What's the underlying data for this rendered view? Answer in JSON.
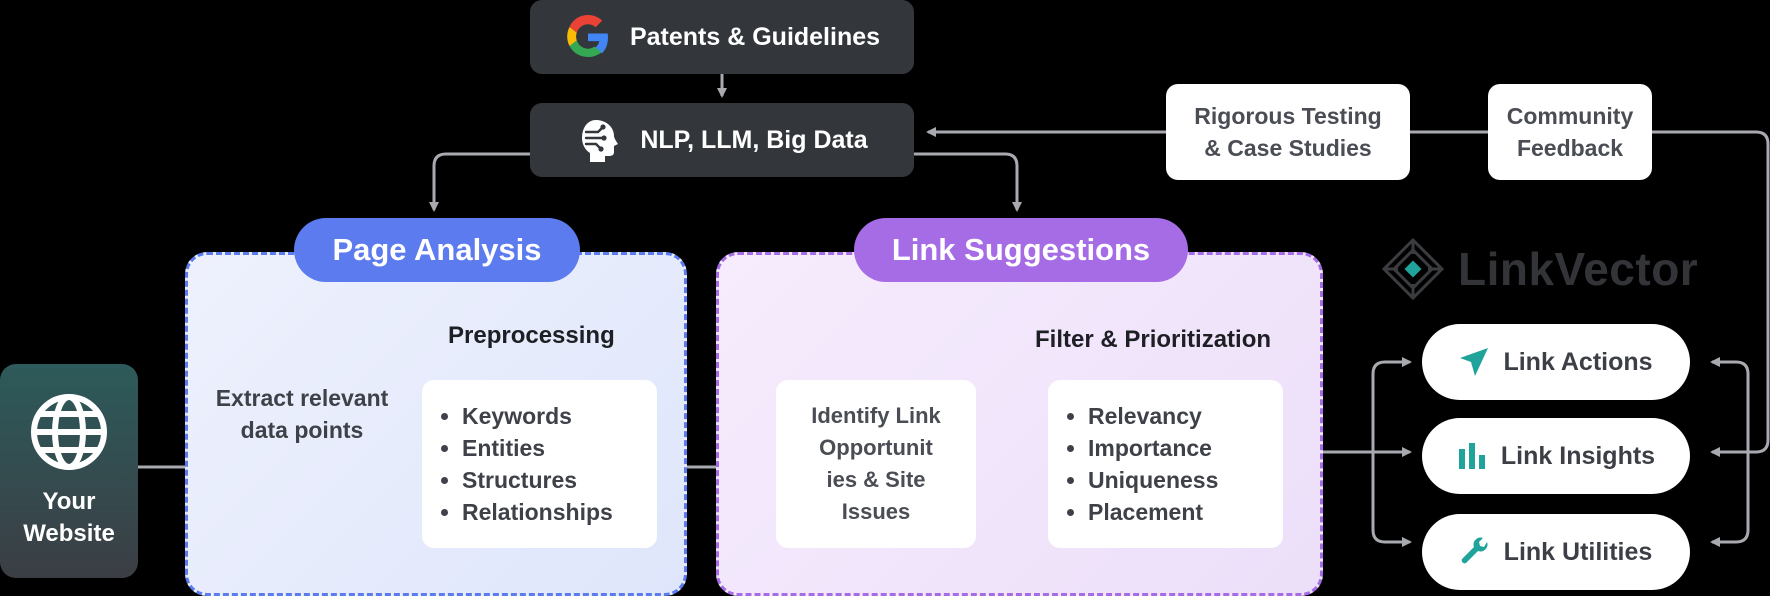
{
  "top": {
    "patents": "Patents & Guidelines",
    "nlp": "NLP, LLM, Big Data"
  },
  "feedback": {
    "testing_line1": "Rigorous Testing",
    "testing_line2": "& Case Studies",
    "community_line1": "Community",
    "community_line2": "Feedback"
  },
  "website": {
    "line1": "Your",
    "line2": "Website"
  },
  "page_analysis": {
    "title": "Page Analysis",
    "extract_line1": "Extract relevant",
    "extract_line2": "data points",
    "preprocessing": "Preprocessing",
    "items": [
      "Keywords",
      "Entities",
      "Structures",
      "Relationships"
    ]
  },
  "link_suggestions": {
    "title": "Link Suggestions",
    "filter_heading": "Filter & Prioritization",
    "identify_lines": [
      "Identify Link",
      "Opportunit",
      "ies & Site",
      "Issues"
    ],
    "items": [
      "Relevancy",
      "Importance",
      "Uniqueness",
      "Placement"
    ]
  },
  "brand": {
    "name": "LinkVector"
  },
  "actions": {
    "actions": "Link Actions",
    "insights": "Link Insights",
    "utilities": "Link Utilities"
  },
  "colors": {
    "page_analysis_accent": "#5b7bef",
    "link_suggestions_accent": "#a66ce6",
    "icon_teal": "#1fa39a"
  }
}
